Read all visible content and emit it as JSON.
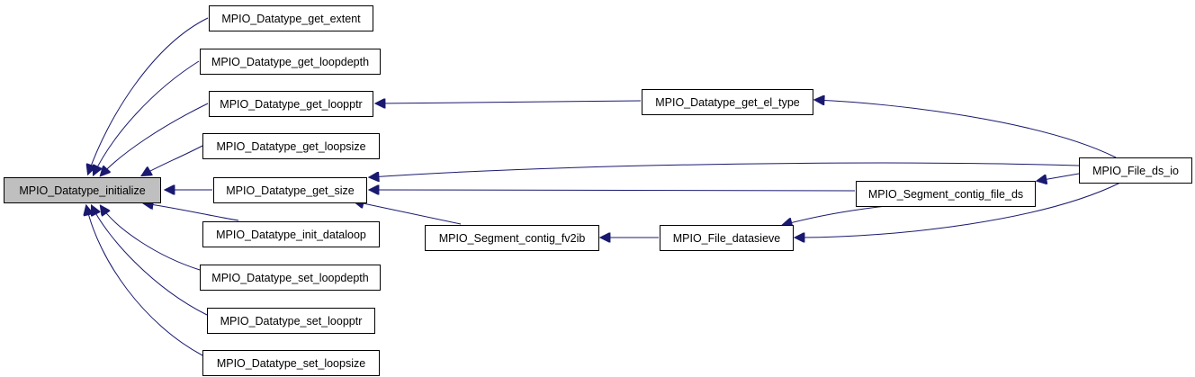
{
  "diagram": {
    "colors": {
      "edge": "#191970",
      "node_fill": "#ffffff",
      "highlight_fill": "#bfbfbf",
      "border": "#000000"
    },
    "nodes": [
      {
        "id": "initialize",
        "label": "MPIO_Datatype_initialize",
        "highlight": true
      },
      {
        "id": "get_extent",
        "label": "MPIO_Datatype_get_extent"
      },
      {
        "id": "get_loopdepth",
        "label": "MPIO_Datatype_get_loopdepth"
      },
      {
        "id": "get_loopptr",
        "label": "MPIO_Datatype_get_loopptr"
      },
      {
        "id": "get_loopsize",
        "label": "MPIO_Datatype_get_loopsize"
      },
      {
        "id": "get_size",
        "label": "MPIO_Datatype_get_size"
      },
      {
        "id": "init_dataloop",
        "label": "MPIO_Datatype_init_dataloop"
      },
      {
        "id": "set_loopdepth",
        "label": "MPIO_Datatype_set_loopdepth"
      },
      {
        "id": "set_loopptr",
        "label": "MPIO_Datatype_set_loopptr"
      },
      {
        "id": "set_loopsize",
        "label": "MPIO_Datatype_set_loopsize"
      },
      {
        "id": "get_el_type",
        "label": "MPIO_Datatype_get_el_type"
      },
      {
        "id": "contig_fv2ib",
        "label": "MPIO_Segment_contig_fv2ib"
      },
      {
        "id": "datasieve",
        "label": "MPIO_File_datasieve"
      },
      {
        "id": "contig_file_ds",
        "label": "MPIO_Segment_contig_file_ds"
      },
      {
        "id": "ds_io",
        "label": "MPIO_File_ds_io"
      }
    ],
    "edges": [
      {
        "from": "get_extent",
        "to": "initialize"
      },
      {
        "from": "get_loopdepth",
        "to": "initialize"
      },
      {
        "from": "get_loopptr",
        "to": "initialize"
      },
      {
        "from": "get_loopsize",
        "to": "initialize"
      },
      {
        "from": "get_size",
        "to": "initialize"
      },
      {
        "from": "init_dataloop",
        "to": "initialize"
      },
      {
        "from": "set_loopdepth",
        "to": "initialize"
      },
      {
        "from": "set_loopptr",
        "to": "initialize"
      },
      {
        "from": "set_loopsize",
        "to": "initialize"
      },
      {
        "from": "get_el_type",
        "to": "get_loopptr"
      },
      {
        "from": "ds_io",
        "to": "get_el_type"
      },
      {
        "from": "ds_io",
        "to": "get_size"
      },
      {
        "from": "contig_file_ds",
        "to": "get_size"
      },
      {
        "from": "contig_fv2ib",
        "to": "get_size"
      },
      {
        "from": "ds_io",
        "to": "contig_file_ds"
      },
      {
        "from": "datasieve",
        "to": "contig_fv2ib"
      },
      {
        "from": "contig_file_ds",
        "to": "datasieve"
      },
      {
        "from": "ds_io",
        "to": "datasieve"
      }
    ]
  }
}
